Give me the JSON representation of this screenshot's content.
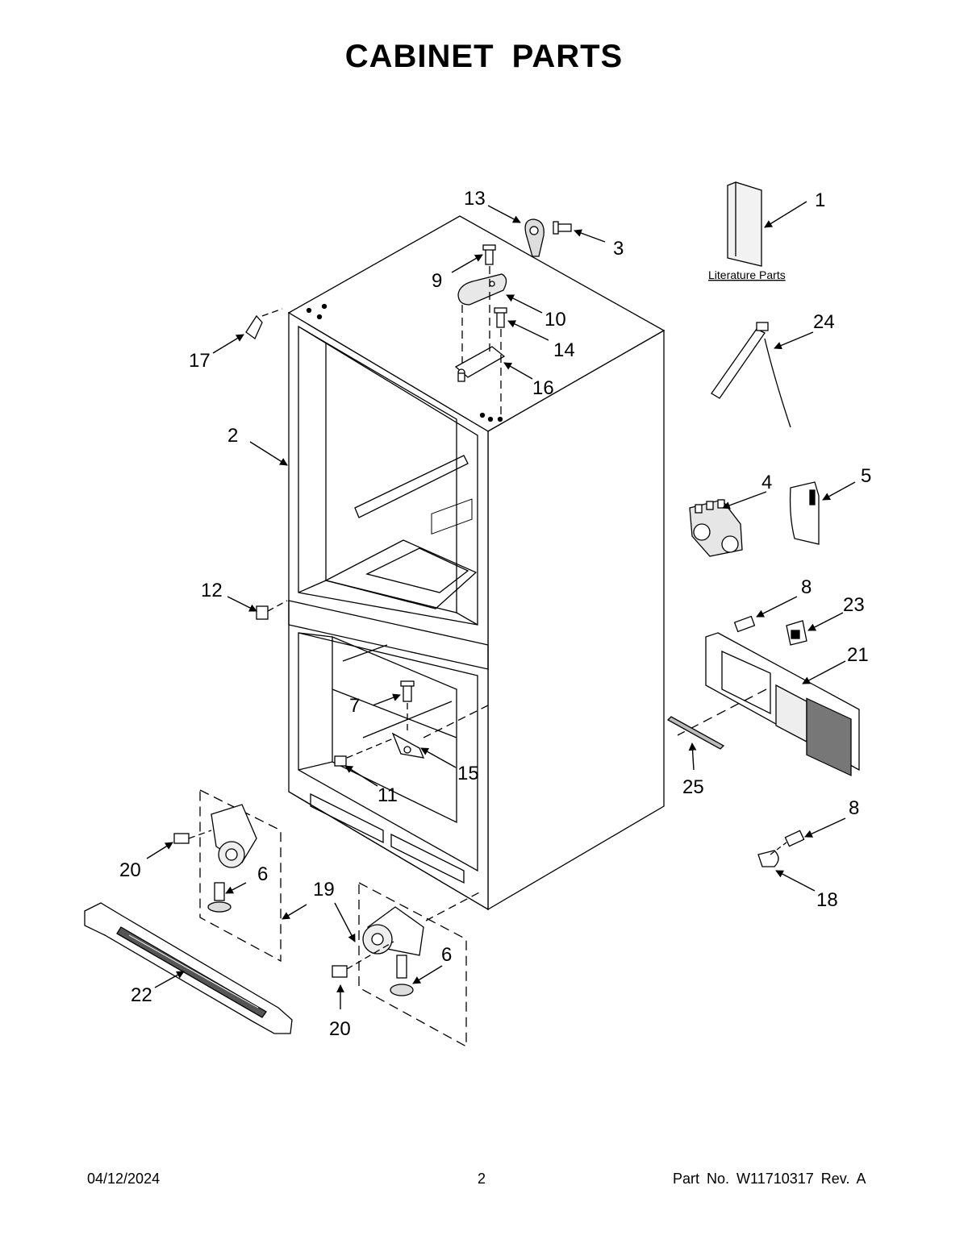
{
  "title": "CABINET PARTS",
  "literature_label": "Literature Parts",
  "callouts": {
    "c1": "1",
    "c2": "2",
    "c3": "3",
    "c4": "4",
    "c5": "5",
    "c6a": "6",
    "c6b": "6",
    "c7": "7",
    "c8a": "8",
    "c8b": "8",
    "c9": "9",
    "c10": "10",
    "c11": "11",
    "c12": "12",
    "c13": "13",
    "c14": "14",
    "c15": "15",
    "c16": "16",
    "c17": "17",
    "c18": "18",
    "c19": "19",
    "c20a": "20",
    "c20b": "20",
    "c21": "21",
    "c22": "22",
    "c23": "23",
    "c24": "24",
    "c25": "25"
  },
  "footer": {
    "date": "04/12/2024",
    "page": "2",
    "part_no": "Part No.  W11710317  Rev.  A"
  }
}
